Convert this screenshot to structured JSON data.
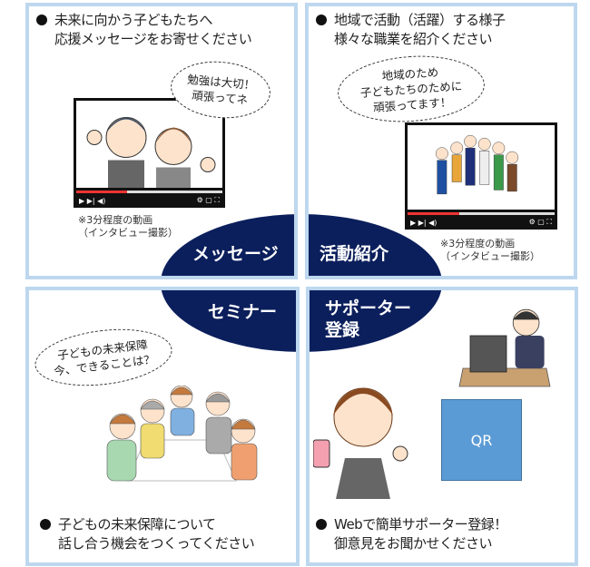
{
  "panels": {
    "message": {
      "bullet_line1": "未来に向かう子どもたちへ",
      "bullet_line2": "応援メッセージをお寄せください",
      "bubble_line1": "勉強は大切！",
      "bubble_line2": "頑張ってネ",
      "note_line1": "※3分程度の動画",
      "note_line2": "（インタビュー撮影）",
      "label": "メッセージ"
    },
    "activity": {
      "bullet_line1": "地域で活動（活躍）する様子",
      "bullet_line2": "様々な職業を紹介ください",
      "bubble_line1": "地域のため",
      "bubble_line2": "子どもたちのために",
      "bubble_line3": "頑張ってます！",
      "note_line1": "※3分程度の動画",
      "note_line2": "（インタビュー撮影）",
      "label": "活動紹介"
    },
    "seminar": {
      "label": "セミナー",
      "bubble_line1": "子どもの未来保障",
      "bubble_line2": "今、できることは？",
      "bullet_line1": "子どもの未来保障について",
      "bullet_line2": "話し合う機会をつくってください"
    },
    "supporter": {
      "label_line1": "サポーター",
      "label_line2": "登録",
      "qr": "QR",
      "bullet_line1": "Webで簡単サポーター登録！",
      "bullet_line2": "御意見をお聞かせください"
    }
  },
  "colors": {
    "navy": "#0b1f5c",
    "frame": "#bdd7ee",
    "qr": "#5b9bd5"
  }
}
